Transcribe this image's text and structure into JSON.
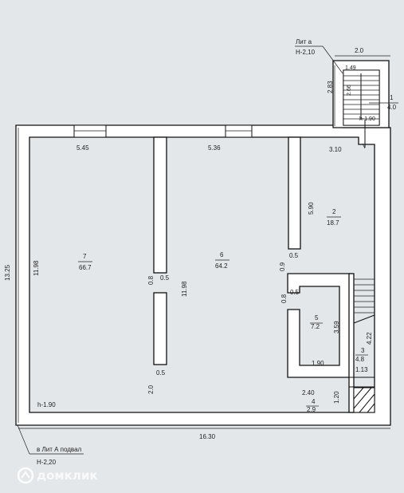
{
  "plan": {
    "lit_a_top": "Лит а",
    "level_top": "Н-2,10",
    "stair_top_width": "2.0",
    "stair_top_side": "2.83",
    "stair_inner_width": "1.49",
    "stair_inner_len": "2.66",
    "room1_num": "1",
    "room1_area": "4.0",
    "h_stair": "h-1.90",
    "dim_top_left": "5.45",
    "dim_top_mid": "5.36",
    "dim_top_right": "3.10",
    "room2_num": "2",
    "room2_area": "18.7",
    "room2_height": "5.90",
    "room7_num": "7",
    "room7_area": "66.7",
    "room7_height": "11.98",
    "room6_num": "6",
    "room6_area": "64.2",
    "room6_height": "11.98",
    "outer_height": "13.25",
    "pier_gap_left": "0.8",
    "pier_end_left": "0.5",
    "pier_bottom_left": "0.5",
    "dim_left_bottom": "2.0",
    "pier_right_end": "0.5",
    "pier_right_gap": "0.9",
    "room5_gap": "0.8",
    "room5_top": "0.5",
    "room5_num": "5",
    "room5_area": "7.2",
    "room5_height": "3.59",
    "room5_width": "1.90",
    "room3_num": "3",
    "room3_area": "4.8",
    "room3_height": "4.22",
    "room3_width": "1.13",
    "room4_width": "2.40",
    "room4_num": "4",
    "room4_area": "2.9",
    "room4_height": "1.20",
    "h_floor": "h-1.90",
    "outer_width": "16.30",
    "lit_a_basement": "в Лит А подвал",
    "level_bottom": "Н-2,20",
    "watermark": "домклик"
  }
}
